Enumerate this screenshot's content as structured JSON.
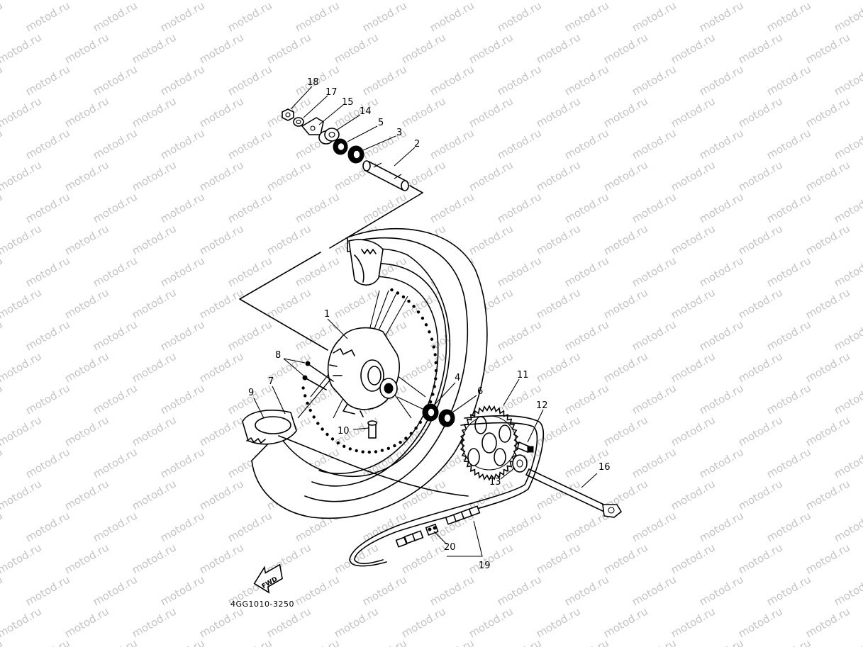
{
  "watermark": "motod.ru",
  "diagram_code": "4GG1010-3250",
  "fwd_label": "FWD",
  "callouts": [
    {
      "id": "18",
      "label": "18"
    },
    {
      "id": "17",
      "label": "17"
    },
    {
      "id": "15",
      "label": "15"
    },
    {
      "id": "14",
      "label": "14"
    },
    {
      "id": "5",
      "label": "5"
    },
    {
      "id": "3",
      "label": "3"
    },
    {
      "id": "2",
      "label": "2"
    },
    {
      "id": "1",
      "label": "1"
    },
    {
      "id": "8",
      "label": "8"
    },
    {
      "id": "9",
      "label": "9"
    },
    {
      "id": "7",
      "label": "7"
    },
    {
      "id": "4",
      "label": "4"
    },
    {
      "id": "6",
      "label": "6"
    },
    {
      "id": "11",
      "label": "11"
    },
    {
      "id": "12",
      "label": "12"
    },
    {
      "id": "10",
      "label": "10"
    },
    {
      "id": "13",
      "label": "13"
    },
    {
      "id": "16",
      "label": "16"
    },
    {
      "id": "20",
      "label": "20"
    },
    {
      "id": "19",
      "label": "19"
    }
  ]
}
